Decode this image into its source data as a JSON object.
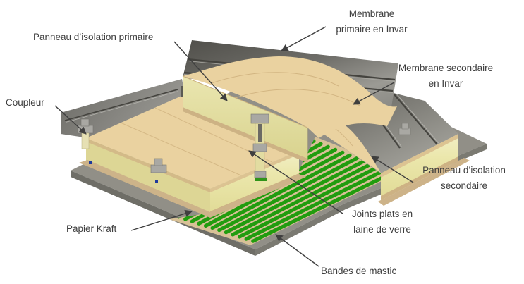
{
  "diagram": {
    "type": "technical-illustration",
    "subject": "cryogenic-insulation-system",
    "labels": {
      "panneau_primaire": "Panneau d’isolation primaire",
      "membrane_primaire": {
        "line1": "Membrane",
        "line2": "primaire en Invar"
      },
      "membrane_secondaire": {
        "line1": "Membrane secondaire",
        "line2": "en Invar"
      },
      "coupleur": "Coupleur",
      "panneau_secondaire": {
        "line1": "Panneau d’isolation",
        "line2": "secondaire"
      },
      "papier_kraft": "Papier Kraft",
      "joints_plats": {
        "line1": "Joints plats en",
        "line2": "laine de verre"
      },
      "bandes_mastic": "Bandes de mastic"
    },
    "colors": {
      "text": "#3e3e3e",
      "arrow": "#3f3f3f",
      "wood": "#ead2a0",
      "wood_rail": "#cdb284",
      "wood_grain": "#d2b582",
      "foam": "#ece7ab",
      "foam_dark": "#ddd695",
      "membrane": "#7e7d77",
      "kraft": "#d8c197",
      "mastic_green": "#219c0f",
      "base_plate": "#918f87",
      "base_front": "#6f6e67",
      "tan_strip": "#cdb389",
      "metal": "#a9a8a3",
      "resin_blue": "#1e3a9c"
    }
  }
}
